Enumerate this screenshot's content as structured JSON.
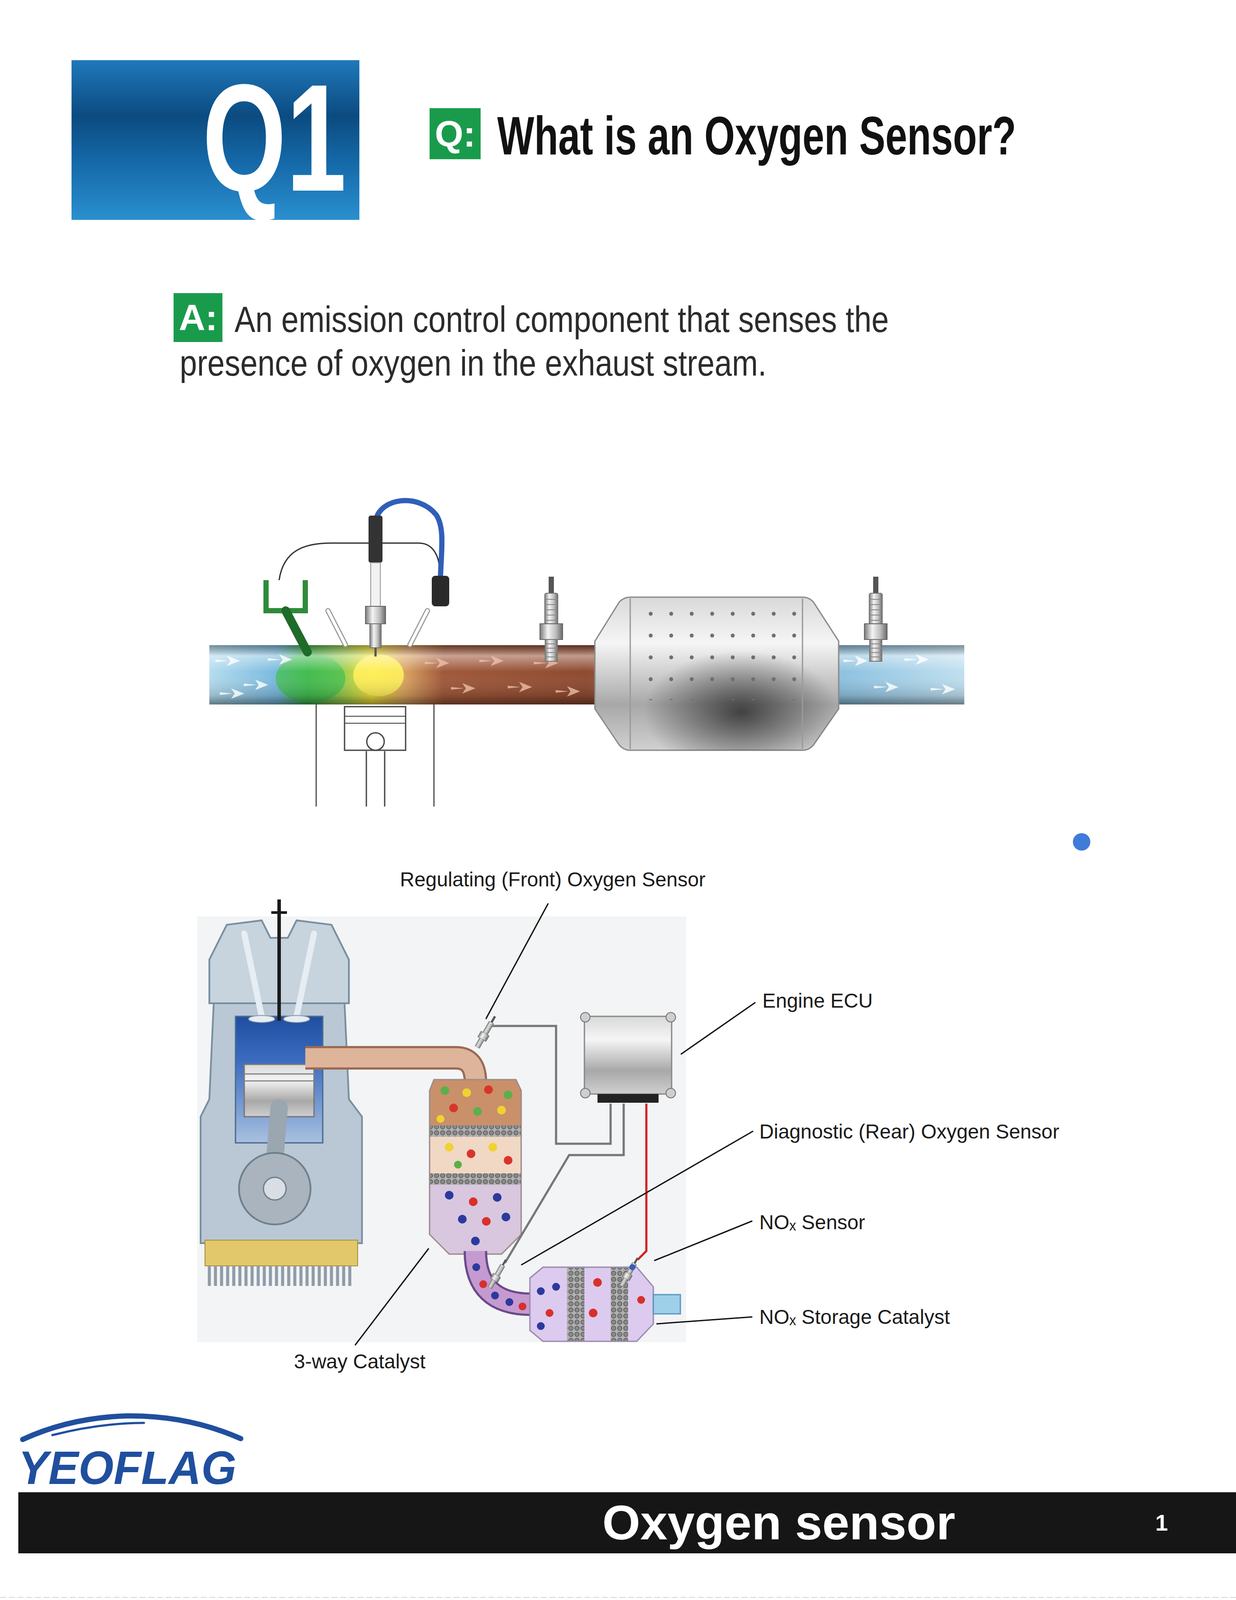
{
  "diagram": {
    "title": "What is an Oxygen Sensor?",
    "nodes": [
      {
        "text": [
          "Q1"
        ]
      },
      {
        "text": [
          "Q:"
        ]
      },
      {
        "text": [
          "A:"
        ]
      },
      {
        "text": [
          "Oxygen sensor",
          "1"
        ]
      }
    ],
    "labels": [
      "An emission control component that senses the presence of oxygen in the exhaust stream.",
      "Regulating (Front) Oxygen Sensor",
      "Engine ECU",
      "Diagnostic (Rear) Oxygen Sensor",
      "NOₓ Sensor",
      "NOₓ Storage Catalyst",
      "3-way Catalyst",
      "YEOFLAG"
    ]
  }
}
